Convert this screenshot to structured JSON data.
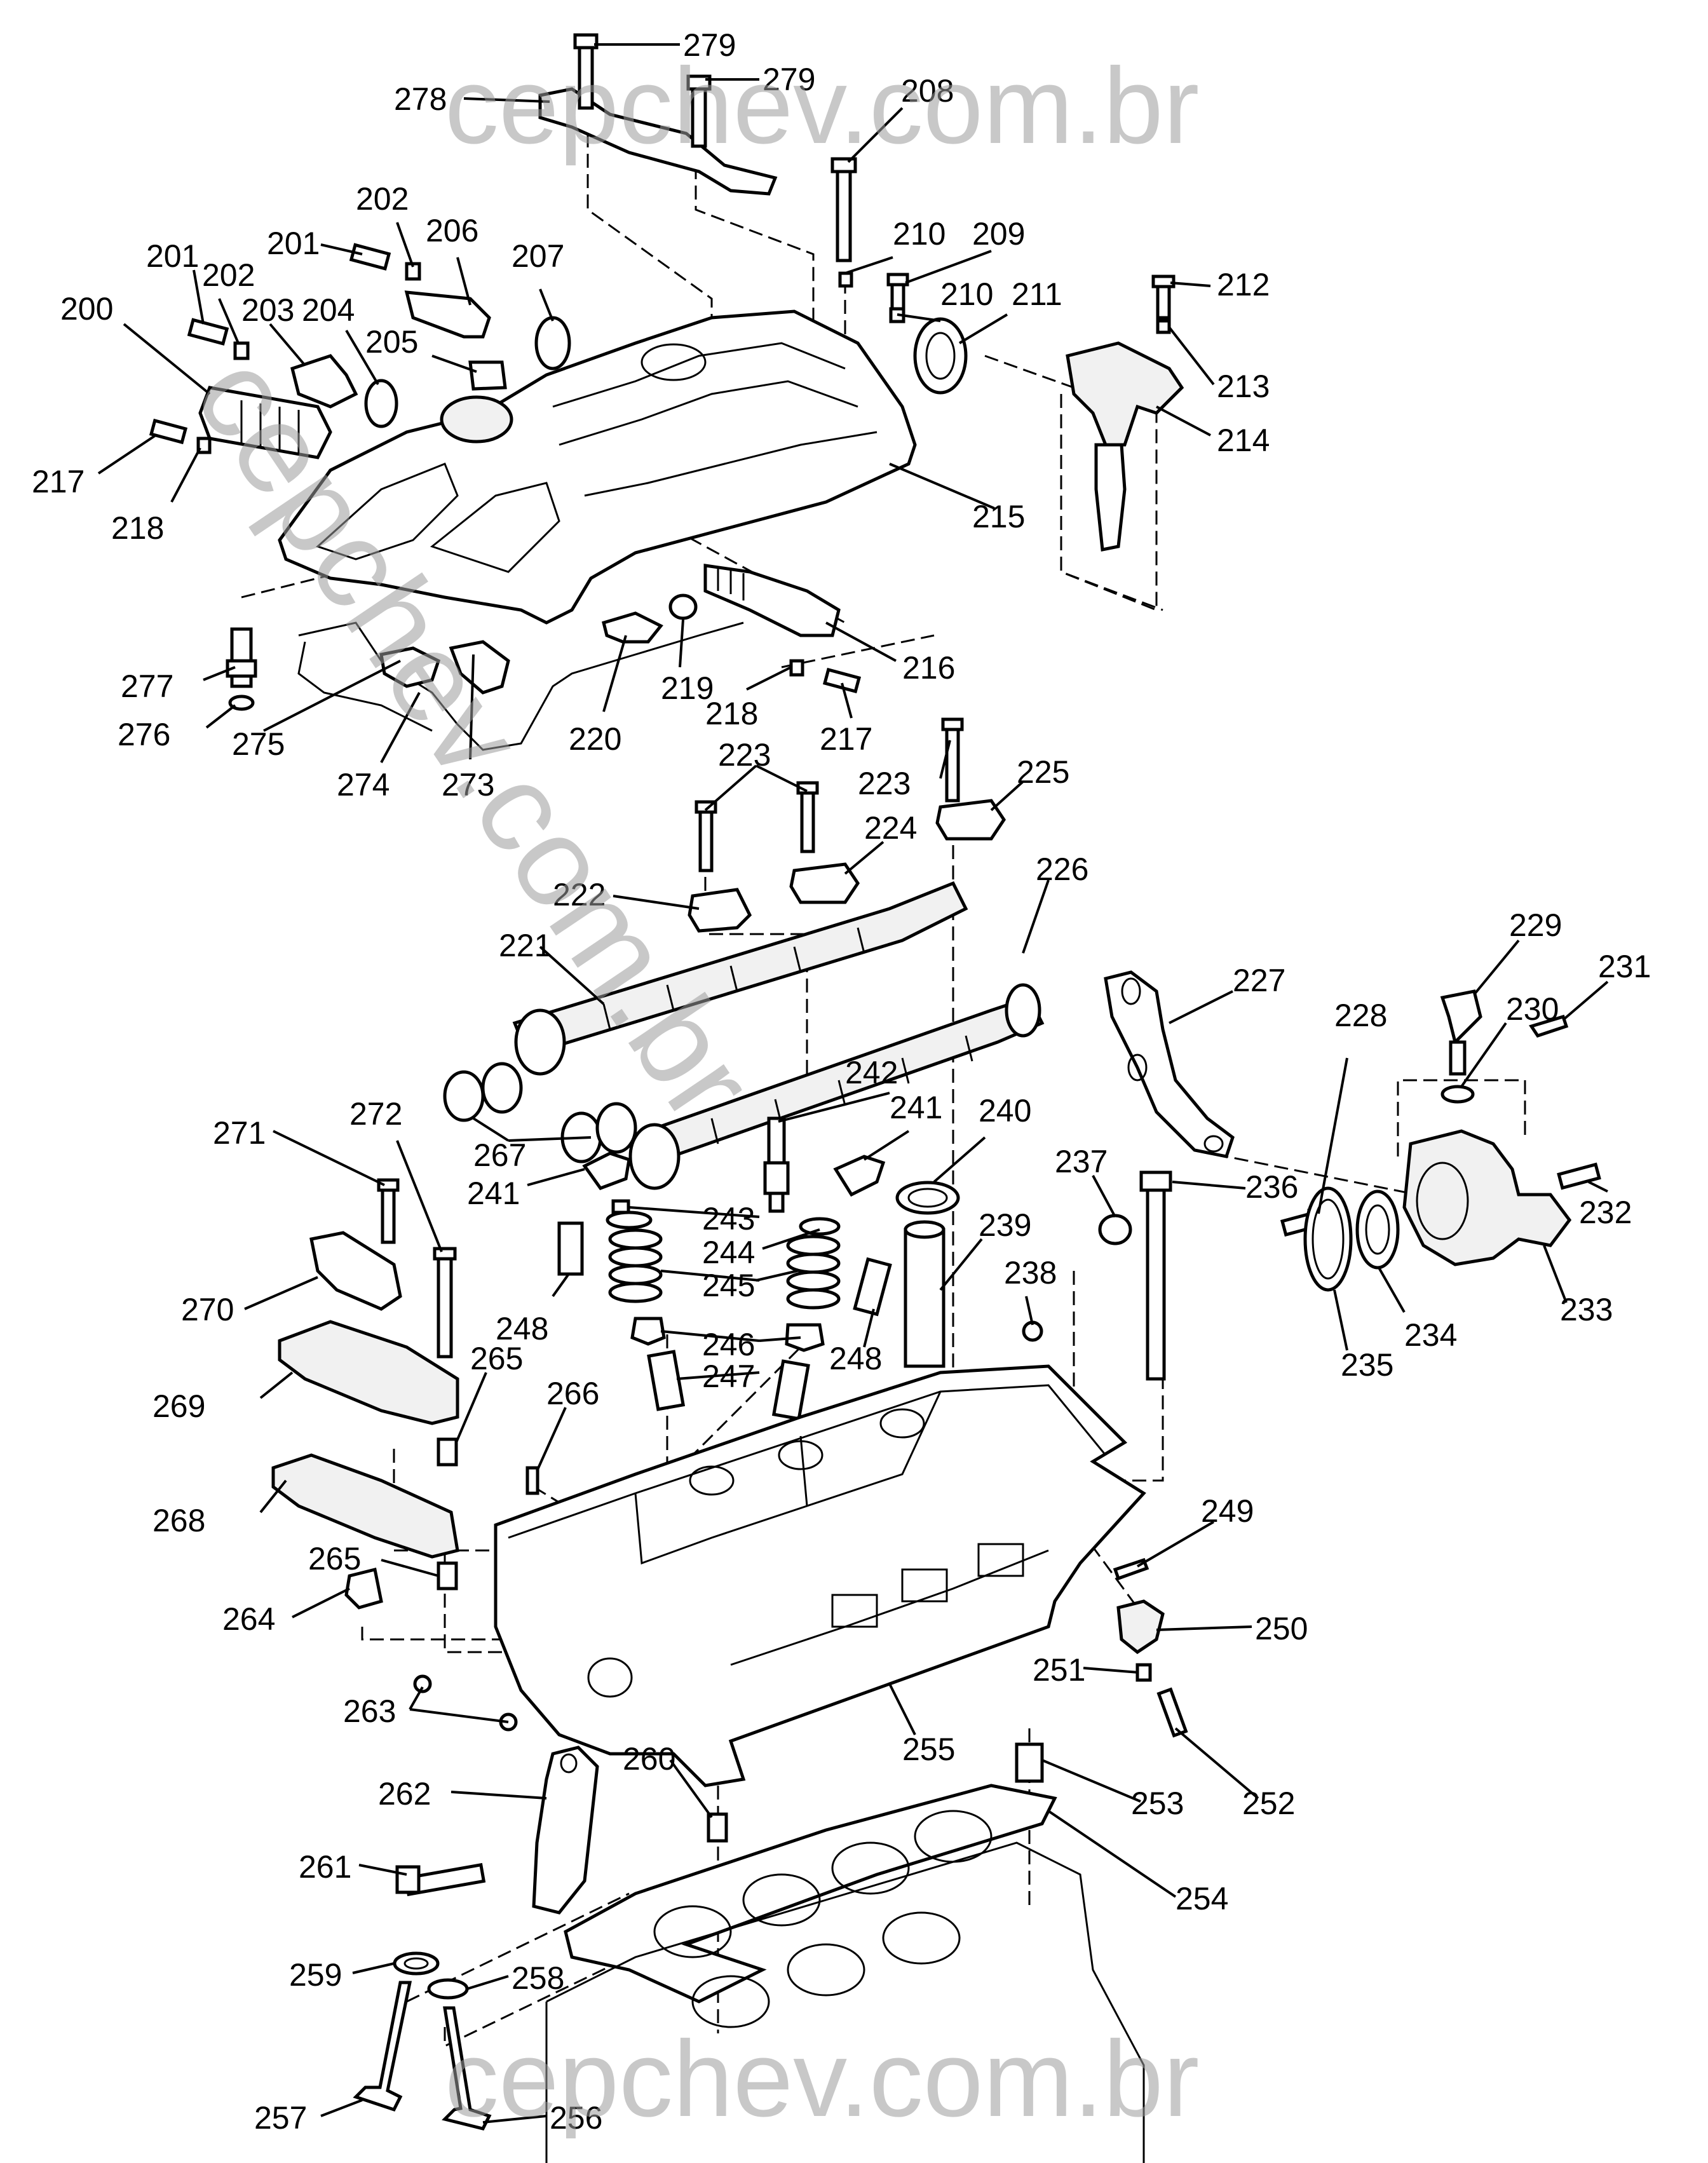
{
  "watermark": {
    "text": "cepchev.com.br",
    "color": "#9a9a9a"
  },
  "callouts": [
    {
      "id": "279",
      "text": "279"
    },
    {
      "id": "279b",
      "text": "279"
    },
    {
      "id": "278",
      "text": "278"
    },
    {
      "id": "208",
      "text": "208"
    },
    {
      "id": "202",
      "text": "202"
    },
    {
      "id": "206",
      "text": "206"
    },
    {
      "id": "201",
      "text": "201"
    },
    {
      "id": "207",
      "text": "207"
    },
    {
      "id": "210",
      "text": "210"
    },
    {
      "id": "209",
      "text": "209"
    },
    {
      "id": "201b",
      "text": "201"
    },
    {
      "id": "202b",
      "text": "202"
    },
    {
      "id": "203",
      "text": "203"
    },
    {
      "id": "204",
      "text": "204"
    },
    {
      "id": "200",
      "text": "200"
    },
    {
      "id": "205",
      "text": "205"
    },
    {
      "id": "210b",
      "text": "210"
    },
    {
      "id": "211",
      "text": "211"
    },
    {
      "id": "212",
      "text": "212"
    },
    {
      "id": "213",
      "text": "213"
    },
    {
      "id": "214",
      "text": "214"
    },
    {
      "id": "217",
      "text": "217"
    },
    {
      "id": "218",
      "text": "218"
    },
    {
      "id": "215",
      "text": "215"
    },
    {
      "id": "216",
      "text": "216"
    },
    {
      "id": "277",
      "text": "277"
    },
    {
      "id": "276",
      "text": "276"
    },
    {
      "id": "275",
      "text": "275"
    },
    {
      "id": "274",
      "text": "274"
    },
    {
      "id": "273",
      "text": "273"
    },
    {
      "id": "220",
      "text": "220"
    },
    {
      "id": "219",
      "text": "219"
    },
    {
      "id": "218b",
      "text": "218"
    },
    {
      "id": "217b",
      "text": "217"
    },
    {
      "id": "223",
      "text": "223"
    },
    {
      "id": "223b",
      "text": "223"
    },
    {
      "id": "225",
      "text": "225"
    },
    {
      "id": "224",
      "text": "224"
    },
    {
      "id": "222",
      "text": "222"
    },
    {
      "id": "226",
      "text": "226"
    },
    {
      "id": "221",
      "text": "221"
    },
    {
      "id": "227",
      "text": "227"
    },
    {
      "id": "229",
      "text": "229"
    },
    {
      "id": "231",
      "text": "231"
    },
    {
      "id": "228",
      "text": "228"
    },
    {
      "id": "230",
      "text": "230"
    },
    {
      "id": "242",
      "text": "242"
    },
    {
      "id": "241",
      "text": "241"
    },
    {
      "id": "240",
      "text": "240"
    },
    {
      "id": "267",
      "text": "267"
    },
    {
      "id": "271",
      "text": "271"
    },
    {
      "id": "272",
      "text": "272"
    },
    {
      "id": "241b",
      "text": "241"
    },
    {
      "id": "237",
      "text": "237"
    },
    {
      "id": "236",
      "text": "236"
    },
    {
      "id": "232",
      "text": "232"
    },
    {
      "id": "243",
      "text": "243"
    },
    {
      "id": "239",
      "text": "239"
    },
    {
      "id": "244",
      "text": "244"
    },
    {
      "id": "245",
      "text": "245"
    },
    {
      "id": "238",
      "text": "238"
    },
    {
      "id": "270",
      "text": "270"
    },
    {
      "id": "248",
      "text": "248"
    },
    {
      "id": "233",
      "text": "233"
    },
    {
      "id": "234",
      "text": "234"
    },
    {
      "id": "235",
      "text": "235"
    },
    {
      "id": "246",
      "text": "246"
    },
    {
      "id": "248b",
      "text": "248"
    },
    {
      "id": "247",
      "text": "247"
    },
    {
      "id": "269",
      "text": "269"
    },
    {
      "id": "265",
      "text": "265"
    },
    {
      "id": "266",
      "text": "266"
    },
    {
      "id": "268",
      "text": "268"
    },
    {
      "id": "249",
      "text": "249"
    },
    {
      "id": "265b",
      "text": "265"
    },
    {
      "id": "264",
      "text": "264"
    },
    {
      "id": "250",
      "text": "250"
    },
    {
      "id": "251",
      "text": "251"
    },
    {
      "id": "263",
      "text": "263"
    },
    {
      "id": "255",
      "text": "255"
    },
    {
      "id": "260",
      "text": "260"
    },
    {
      "id": "262",
      "text": "262"
    },
    {
      "id": "253",
      "text": "253"
    },
    {
      "id": "252",
      "text": "252"
    },
    {
      "id": "261",
      "text": "261"
    },
    {
      "id": "254",
      "text": "254"
    },
    {
      "id": "259",
      "text": "259"
    },
    {
      "id": "258",
      "text": "258"
    },
    {
      "id": "257",
      "text": "257"
    },
    {
      "id": "256",
      "text": "256"
    }
  ]
}
